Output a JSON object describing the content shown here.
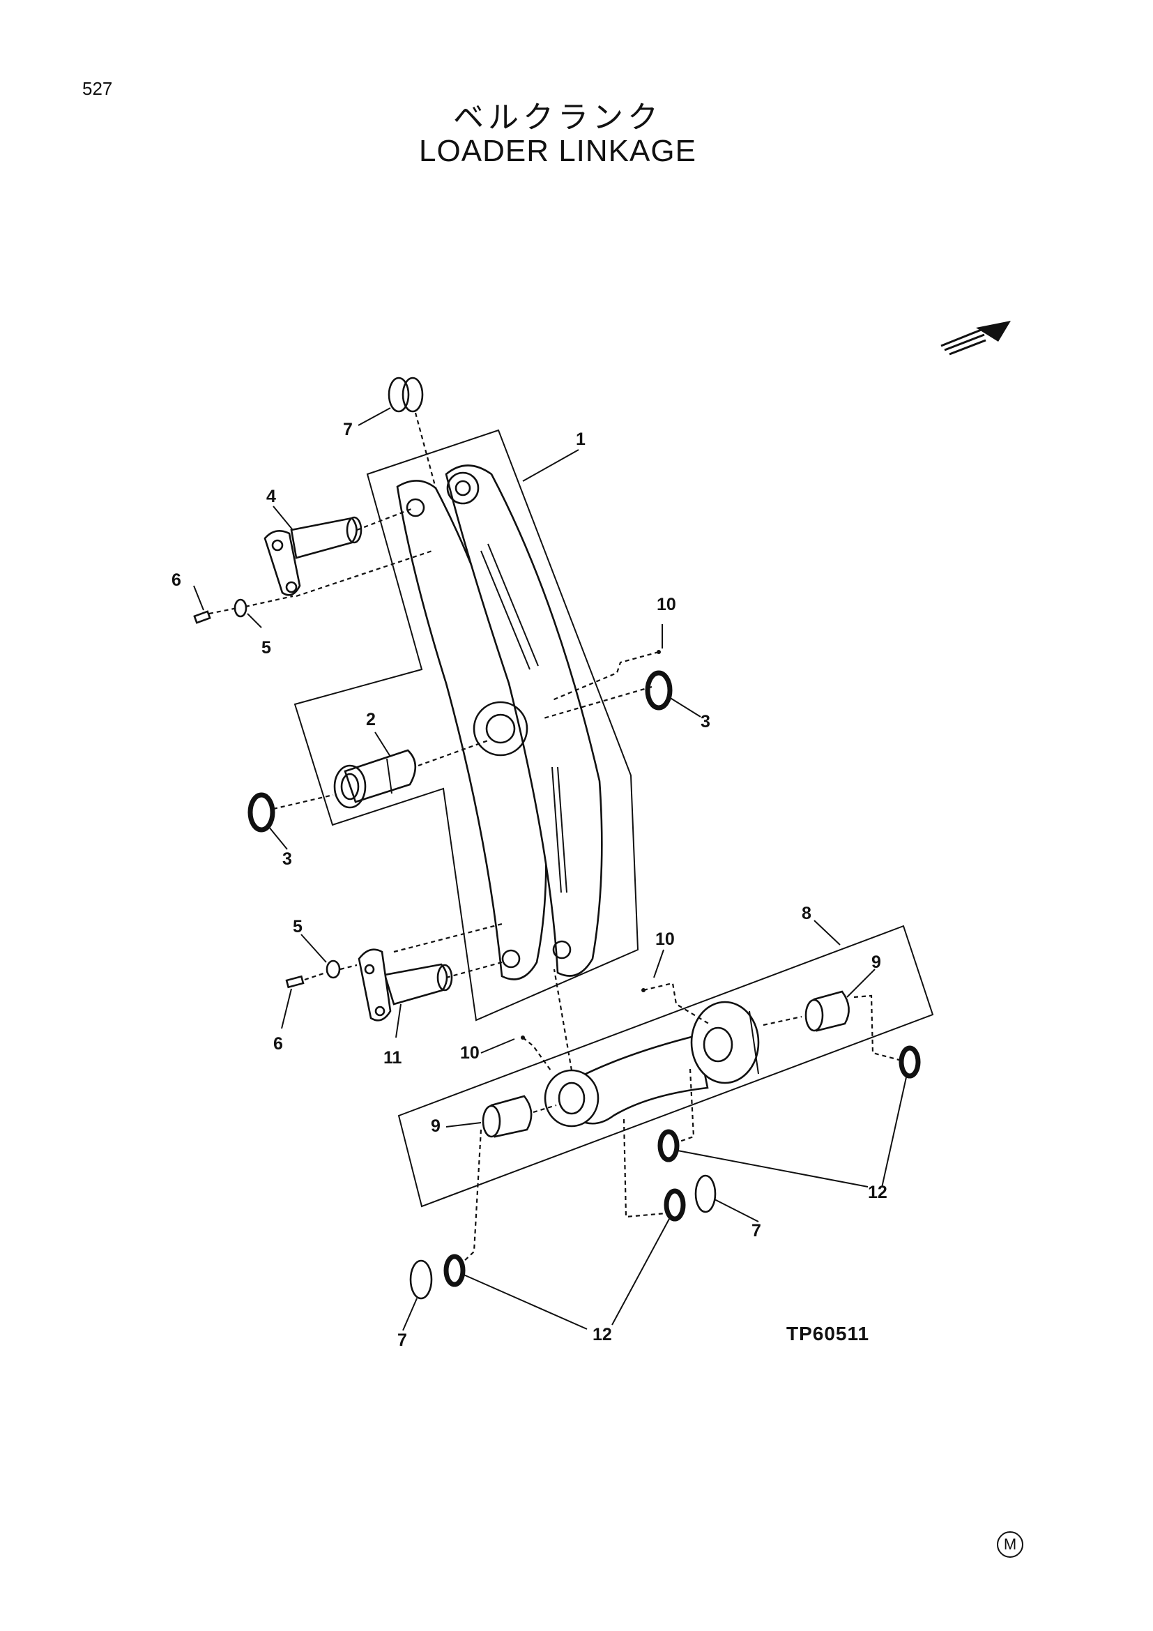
{
  "page_number": "527",
  "title_japanese": "ベルクランク",
  "title_english": "LOADER LINKAGE",
  "figure_code": "TP60511",
  "corner_mark": "M",
  "callouts": [
    "1",
    "2",
    "3",
    "3",
    "4",
    "5",
    "5",
    "6",
    "6",
    "7",
    "7",
    "7",
    "8",
    "9",
    "9",
    "10",
    "10",
    "10",
    "11",
    "12",
    "12",
    "12"
  ]
}
